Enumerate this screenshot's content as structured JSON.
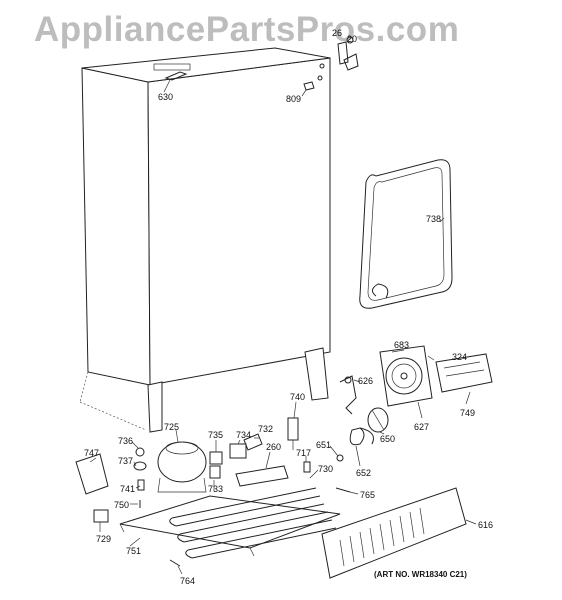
{
  "watermark": "AppliancePartsPros.com",
  "art_number": "(ART NO. WR18340 C21)",
  "part_labels": {
    "p630": "630",
    "p809": "809",
    "p26a": "26",
    "p26b": "20",
    "p738": "738",
    "p683": "683",
    "p324": "324",
    "p626": "626",
    "p749": "749",
    "p627": "627",
    "p740": "740",
    "p650": "650",
    "p651": "651",
    "p652": "652",
    "p725": "725",
    "p736": "736",
    "p735": "735",
    "p734": "734",
    "p732": "732",
    "p260": "260",
    "p717": "717",
    "p730": "730",
    "p747": "747",
    "p737": "737",
    "p741": "741",
    "p733": "733",
    "p750": "750",
    "p765": "765",
    "p616": "616",
    "p729": "729",
    "p751": "751",
    "p764": "764"
  }
}
